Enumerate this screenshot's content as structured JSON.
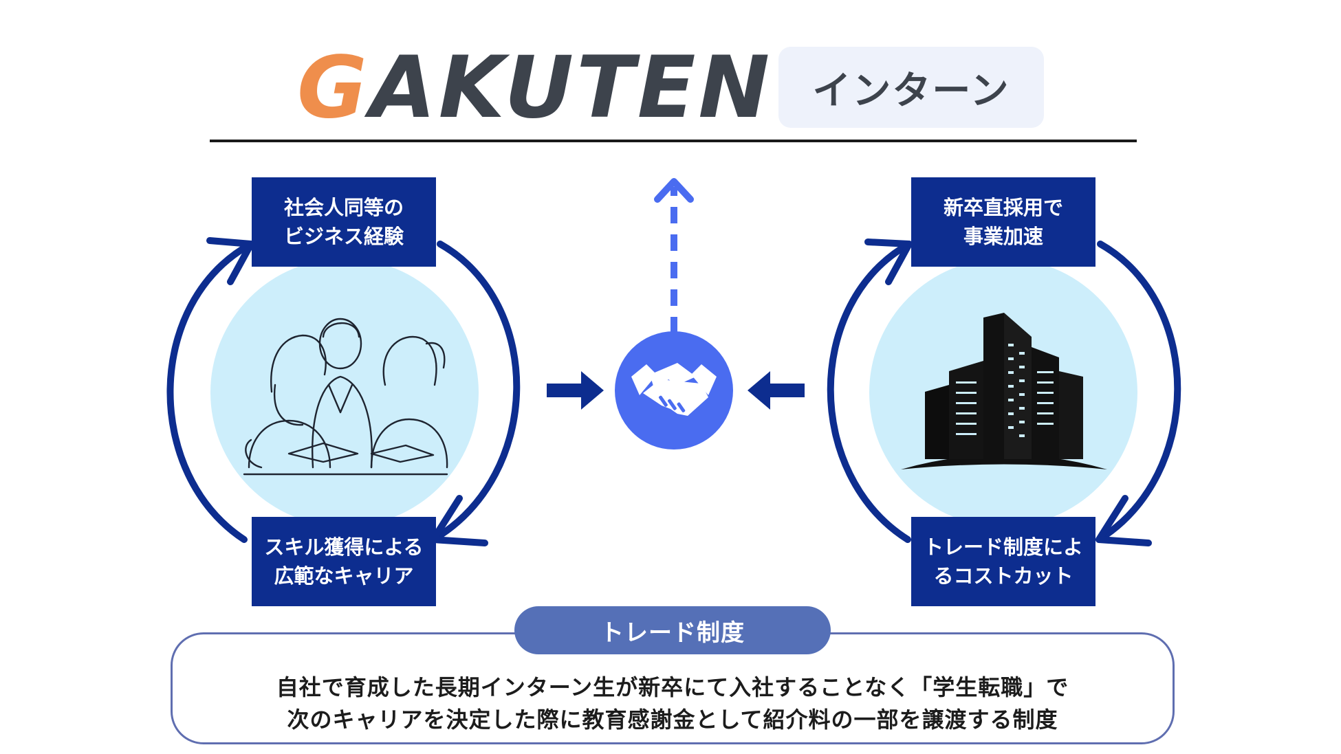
{
  "header": {
    "logo_first": "G",
    "logo_rest": "AKUTEN",
    "tag": "インターン"
  },
  "left": {
    "top_label": [
      "社会人同等の",
      "ビジネス経験"
    ],
    "bottom_label": [
      "スキル獲得による",
      "広範なキャリア"
    ],
    "illustration": "students-group-icon"
  },
  "right": {
    "top_label": [
      "新卒直採用で",
      "事業加速"
    ],
    "bottom_label": [
      "トレード制度によ",
      "るコストカット"
    ],
    "illustration": "office-building-icon"
  },
  "center": {
    "icon": "handshake-icon"
  },
  "trade": {
    "title": "トレード制度",
    "lines": [
      "自社で育成した長期インターン生が新卒にて入社することなく「学生転職」で",
      "次のキャリアを決定した際に教育感謝金として紹介料の一部を譲渡する制度"
    ]
  },
  "colors": {
    "navy": "#0d2d8f",
    "accent_blue": "#4a6cf0",
    "bubble": "#cdeefb",
    "logo_orange": "#ef8e4c",
    "logo_gray": "#3d434c",
    "pill": "#5570b7"
  }
}
